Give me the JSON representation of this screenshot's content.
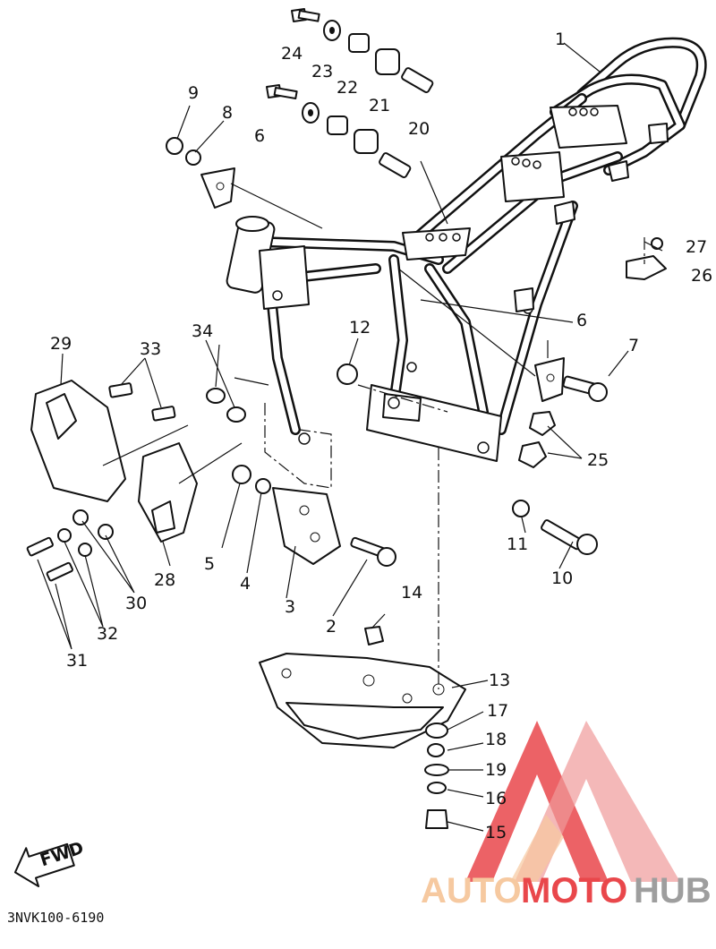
{
  "diagram": {
    "code": "3NVK100-6190",
    "fwd_label": "FWD",
    "watermark": {
      "part1": "AUTO",
      "part2": "MOTO",
      "part3": "HUB",
      "color_light": "#f6c9a0",
      "color_red": "#e9474b",
      "color_gray": "#9e9e9e"
    },
    "callouts": [
      "1",
      "2",
      "3",
      "4",
      "5",
      "6",
      "6",
      "7",
      "8",
      "9",
      "10",
      "11",
      "12",
      "13",
      "14",
      "15",
      "16",
      "17",
      "18",
      "19",
      "20",
      "21",
      "22",
      "23",
      "24",
      "25",
      "26",
      "27",
      "28",
      "29",
      "30",
      "31",
      "32",
      "33",
      "34"
    ]
  }
}
